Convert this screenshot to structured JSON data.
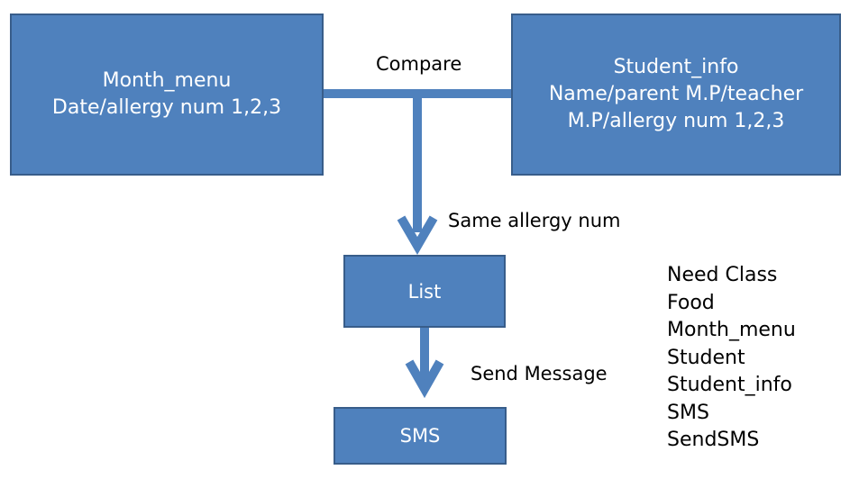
{
  "boxes": {
    "month_menu": {
      "title": "Month_menu",
      "line1": "Date/allergy num 1,2,3"
    },
    "student_info": {
      "title": "Student_info",
      "line1": "Name/parent M.P/teacher",
      "line2": "M.P/allergy num 1,2,3"
    },
    "list": {
      "label": "List"
    },
    "sms": {
      "label": "SMS"
    }
  },
  "edge_labels": {
    "compare": "Compare",
    "same_allergy": "Same allergy num",
    "send_message": "Send Message"
  },
  "need_class": {
    "heading": "Need Class",
    "items": [
      "Food",
      "Month_menu",
      "Student",
      "Student_info",
      "SMS",
      "SendSMS"
    ]
  },
  "colors": {
    "box_fill": "#4f81bd",
    "box_border": "#385d8a",
    "connector": "#4f81bd"
  }
}
